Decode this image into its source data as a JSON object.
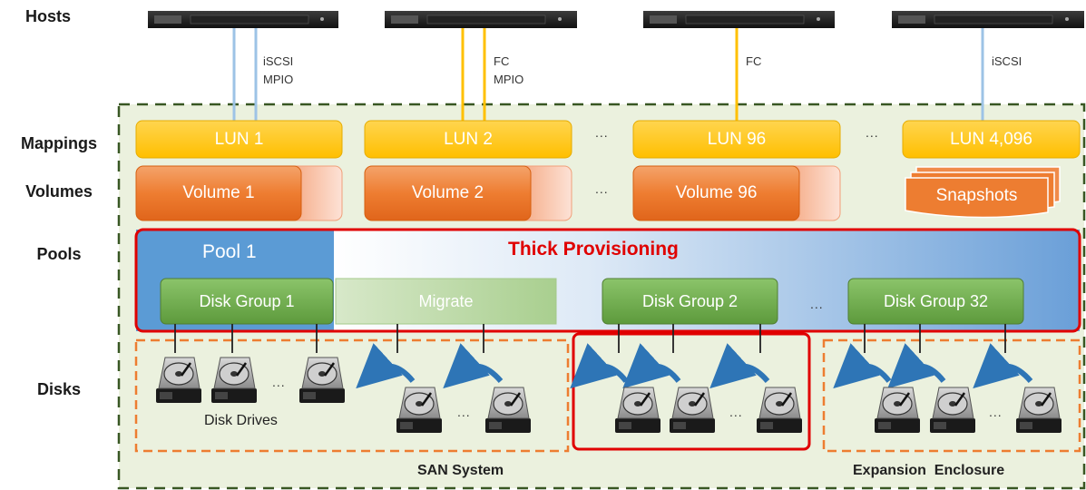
{
  "row_labels": {
    "hosts": "Hosts",
    "mappings": "Mappings",
    "volumes": "Volumes",
    "pools": "Pools",
    "disks": "Disks"
  },
  "protocols": [
    {
      "text": "iSCSI\nMPIO",
      "color": "#9dc3e6"
    },
    {
      "text": "FC\nMPIO",
      "color": "#ffc000"
    },
    {
      "text": "FC",
      "color": "#ffc000"
    },
    {
      "text": "iSCSI",
      "color": "#9dc3e6"
    }
  ],
  "luns": [
    "LUN 1",
    "LUN 2",
    "LUN 96",
    "LUN 4,096"
  ],
  "volumes": [
    "Volume 1",
    "Volume 2",
    "Volume 96"
  ],
  "snapshots_label": "Snapshots",
  "ellipsis": "...",
  "pool": {
    "name": "Pool 1",
    "provisioning": "Thick Provisioning",
    "disk_groups": [
      "Disk Group 1",
      "Disk Group 2",
      "Disk Group 32"
    ],
    "migrate_label": "Migrate"
  },
  "disk_drives_label": "Disk Drives",
  "san_system_label": "SAN System",
  "expansion_label": "Expansion  Enclosure",
  "colors": {
    "lun": "#ffc000",
    "volume": "#ed7d31",
    "disk_group": "#70ad47",
    "pool": "#5b9bd5",
    "highlight_border": "#e00000",
    "san_border": "#385723",
    "san_fill": "#ebf1de",
    "disk_area_border": "#ed7d31",
    "arrow": "#2e75b6"
  }
}
